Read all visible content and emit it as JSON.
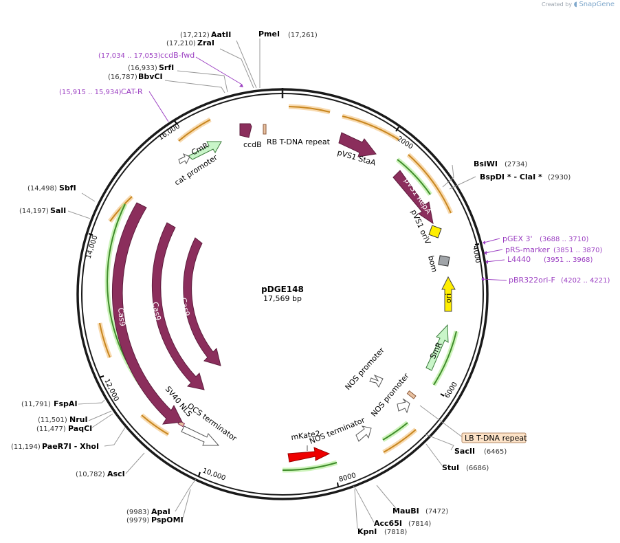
{
  "badge": {
    "created_by": "Created by",
    "brand": "SnapGene"
  },
  "plasmid": {
    "name": "pDGE148",
    "size_label": "17,569 bp"
  },
  "ticks": [
    "2000",
    "4000",
    "6000",
    "8000",
    "10,000",
    "12,000",
    "14,000",
    "16,000"
  ],
  "sites": [
    {
      "name": "AatII",
      "pos": "(17,212)"
    },
    {
      "name": "ZraI",
      "pos": "(17,210)"
    },
    {
      "name": "PmeI",
      "pos": "(17,261)"
    },
    {
      "name": "SrfI",
      "pos": "(16,933)"
    },
    {
      "name": "BbvCI",
      "pos": "(16,787)"
    },
    {
      "name": "BsiWI",
      "pos": "(2734)"
    },
    {
      "name": "BspDI * - ClaI *",
      "pos": "(2930)"
    },
    {
      "name": "SbfI",
      "pos": "(14,498)"
    },
    {
      "name": "SalI",
      "pos": "(14,197)"
    },
    {
      "name": "FspAI",
      "pos": "(11,791)"
    },
    {
      "name": "NruI",
      "pos": "(11,501)"
    },
    {
      "name": "PaqCI",
      "pos": "(11,477)"
    },
    {
      "name": "PaeR7I - XhoI",
      "pos": "(11,194)"
    },
    {
      "name": "AscI",
      "pos": "(10,782)"
    },
    {
      "name": "ApaI",
      "pos": "(9983)"
    },
    {
      "name": "PspOMI",
      "pos": "(9979)"
    },
    {
      "name": "SacII",
      "pos": "(6465)"
    },
    {
      "name": "StuI",
      "pos": "(6686)"
    },
    {
      "name": "MauBI",
      "pos": "(7472)"
    },
    {
      "name": "Acc65I",
      "pos": "(7814)"
    },
    {
      "name": "KpnI",
      "pos": "(7818)"
    }
  ],
  "primers": [
    {
      "name": "ccdB-fwd",
      "pos": "(17,034 .. 17,053)"
    },
    {
      "name": "CAT-R",
      "pos": "(15,915 .. 15,934)"
    },
    {
      "name": "pGEX 3'",
      "pos": "(3688 .. 3710)"
    },
    {
      "name": "pRS-marker",
      "pos": "(3851 .. 3870)"
    },
    {
      "name": "L4440",
      "pos": "(3951 .. 3968)"
    },
    {
      "name": "pBR322ori-F",
      "pos": "(4202 .. 4221)"
    }
  ],
  "features": [
    {
      "name": "ccdB",
      "type": "cds",
      "color": "#8b2e5c"
    },
    {
      "name": "RB T-DNA repeat",
      "type": "misc",
      "color": "#e8c1a0"
    },
    {
      "name": "pVS1 StaA",
      "type": "cds",
      "color": "#8b2e5c"
    },
    {
      "name": "pVS1 RepA",
      "type": "cds",
      "color": "#8b2e5c"
    },
    {
      "name": "pVS1 oriV",
      "type": "origin",
      "color": "#ffee00"
    },
    {
      "name": "bom",
      "type": "misc",
      "color": "#a0a4a8"
    },
    {
      "name": "ori",
      "type": "origin",
      "color": "#ffee00"
    },
    {
      "name": "SmR",
      "type": "marker",
      "color": "#c9f5c9"
    },
    {
      "name": "LB T-DNA repeat",
      "type": "misc",
      "color": "#fde3c8"
    },
    {
      "name": "NOS promoter",
      "type": "promoter",
      "color": "#ffffff"
    },
    {
      "name": "NOS promoter",
      "type": "promoter",
      "color": "#ffffff"
    },
    {
      "name": "NOS terminator",
      "type": "terminator",
      "color": "#ffffff"
    },
    {
      "name": "mKate2",
      "type": "cds",
      "color": "#ee0000"
    },
    {
      "name": "OCS terminator",
      "type": "terminator",
      "color": "#ffffff"
    },
    {
      "name": "SV40 NLS",
      "type": "cds",
      "color": "#8b2e5c"
    },
    {
      "name": "Cas9",
      "type": "cds",
      "color": "#8b2e5c"
    },
    {
      "name": "Cas9",
      "type": "cds",
      "color": "#8b2e5c"
    },
    {
      "name": "Cas9",
      "type": "cds",
      "color": "#8b2e5c"
    },
    {
      "name": "CmR",
      "type": "marker",
      "color": "#c9f5c9"
    },
    {
      "name": "cat promoter",
      "type": "promoter",
      "color": "#ffffff"
    }
  ],
  "colors": {
    "primer": "#9b3fc2",
    "cds": "#8b2e5c",
    "orf_orange": "#e8a33b",
    "orf_green": "#4a9a2f"
  }
}
